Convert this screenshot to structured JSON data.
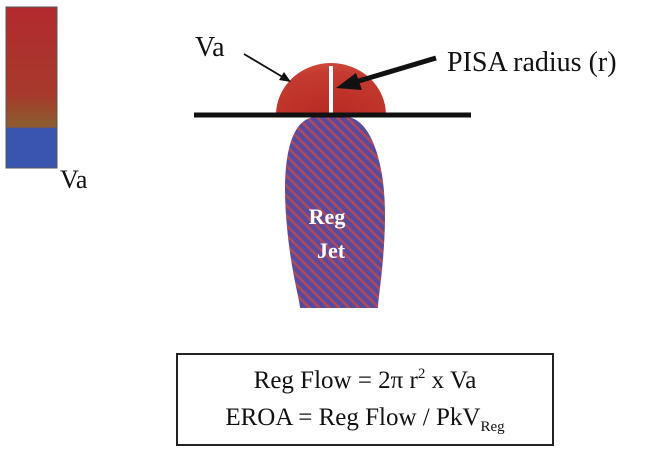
{
  "colors": {
    "color_bar_top": "#b32a2e",
    "color_bar_transition": "#8f5a2e",
    "color_bar_bottom": "#3a55b0",
    "hemisphere_red": "#c0302a",
    "jet_purple": "#5a4a9e",
    "jet_stripe": "#b04a5a",
    "line_color": "#111111",
    "background": "#ffffff"
  },
  "labels": {
    "color_bar_label": "Va",
    "hemisphere_label": "Va",
    "pisa_label": "PISA radius (r)",
    "jet_line1": "Reg",
    "jet_line2": "Jet"
  },
  "formula": {
    "line1_prefix": "Reg Flow = 2π r",
    "line1_sup": "2",
    "line1_suffix": " x Va",
    "line2_prefix": "EROA = Reg Flow / PkV",
    "line2_sub": "Reg"
  }
}
